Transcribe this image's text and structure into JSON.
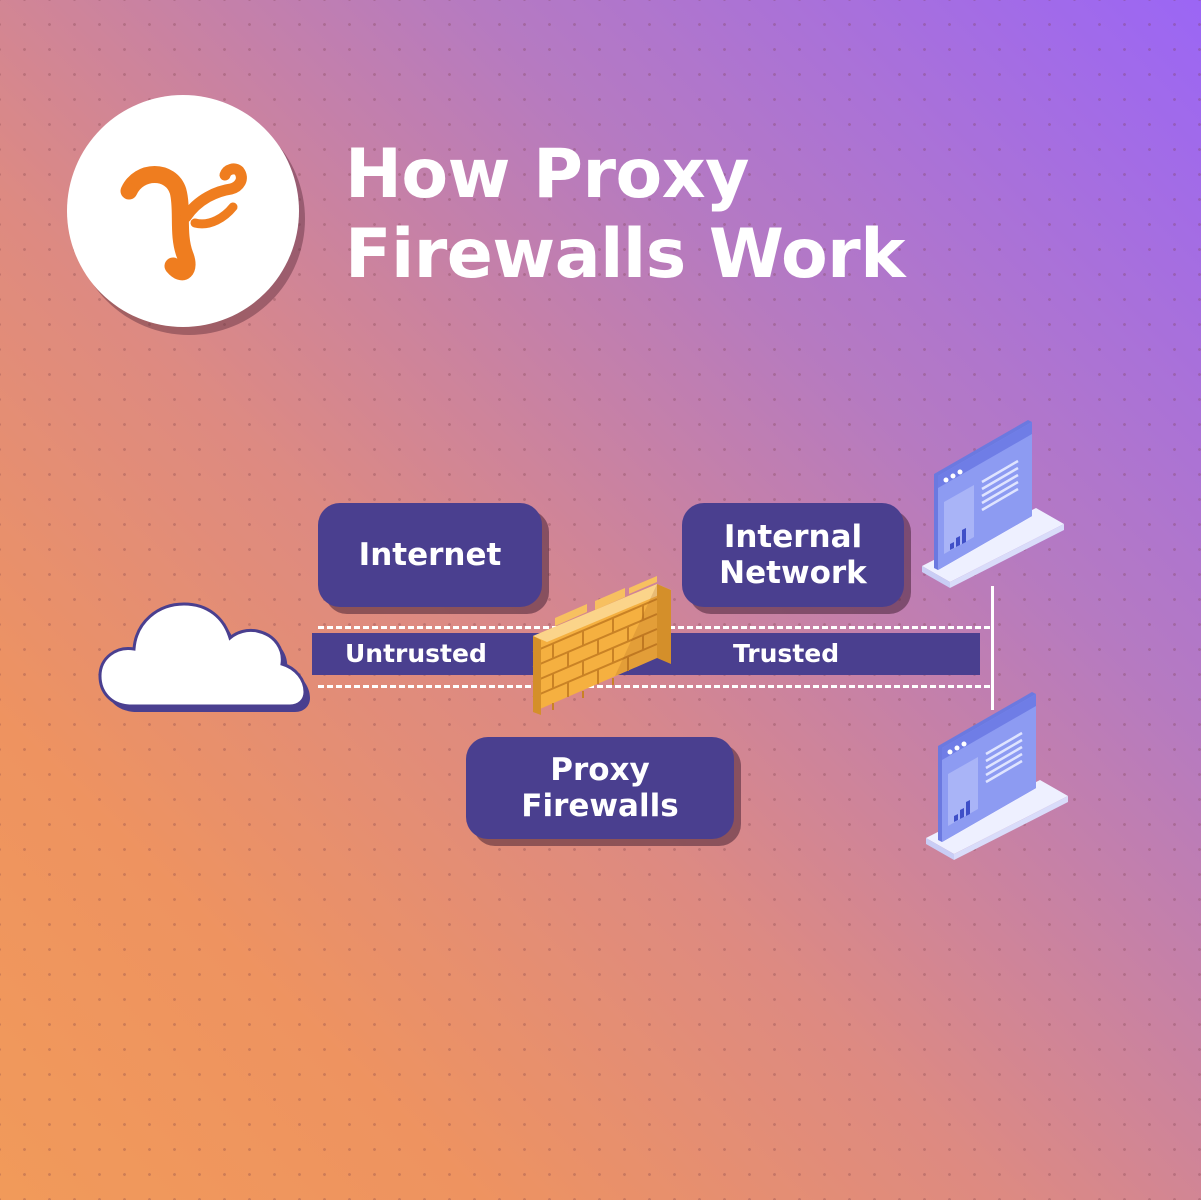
{
  "title": {
    "line1": "How Proxy",
    "line2": "Firewalls Work"
  },
  "logo": {
    "icon": "squirrel-logo-icon",
    "color": "#ef7d1f"
  },
  "labels": {
    "internet": "Internet",
    "internal_network": [
      "Internal",
      "Network"
    ],
    "proxy_firewalls": [
      "Proxy",
      "Firewalls"
    ],
    "untrusted": "Untrusted",
    "trusted": "Trusted"
  },
  "icons": {
    "cloud": "cloud-icon",
    "firewall": "brick-wall-icon",
    "computer": "laptop-icon"
  },
  "colors": {
    "label_background": "#4a3f8f",
    "brick": "#f5b040",
    "gradient_top_right": "#9b66f5",
    "gradient_bottom_left": "#f19a5a"
  }
}
